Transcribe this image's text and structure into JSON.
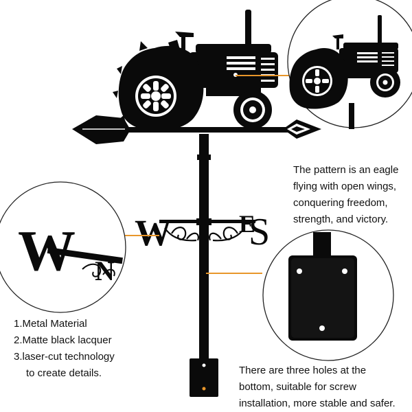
{
  "compass": {
    "west_letter": "W",
    "east_letter": "E",
    "south_letter": "S",
    "zoom_west_letter": "W",
    "zoom_west_partial": "N"
  },
  "descriptions": {
    "pattern_lines": [
      "The pattern is an eagle",
      "flying with open wings,",
      "conquering freedom,",
      "strength, and victory."
    ],
    "holes_lines": [
      "There are three holes at the",
      "bottom, suitable for screw",
      "installation, more stable and safer."
    ]
  },
  "features": [
    "1.Metal Material",
    "2.Matte black lacquer",
    "3.laser-cut technology",
    "to create details."
  ],
  "colors": {
    "metal": "#0a0a0a",
    "callout_line": "#e8962a",
    "circle_stroke": "#222222",
    "text": "#111111"
  }
}
